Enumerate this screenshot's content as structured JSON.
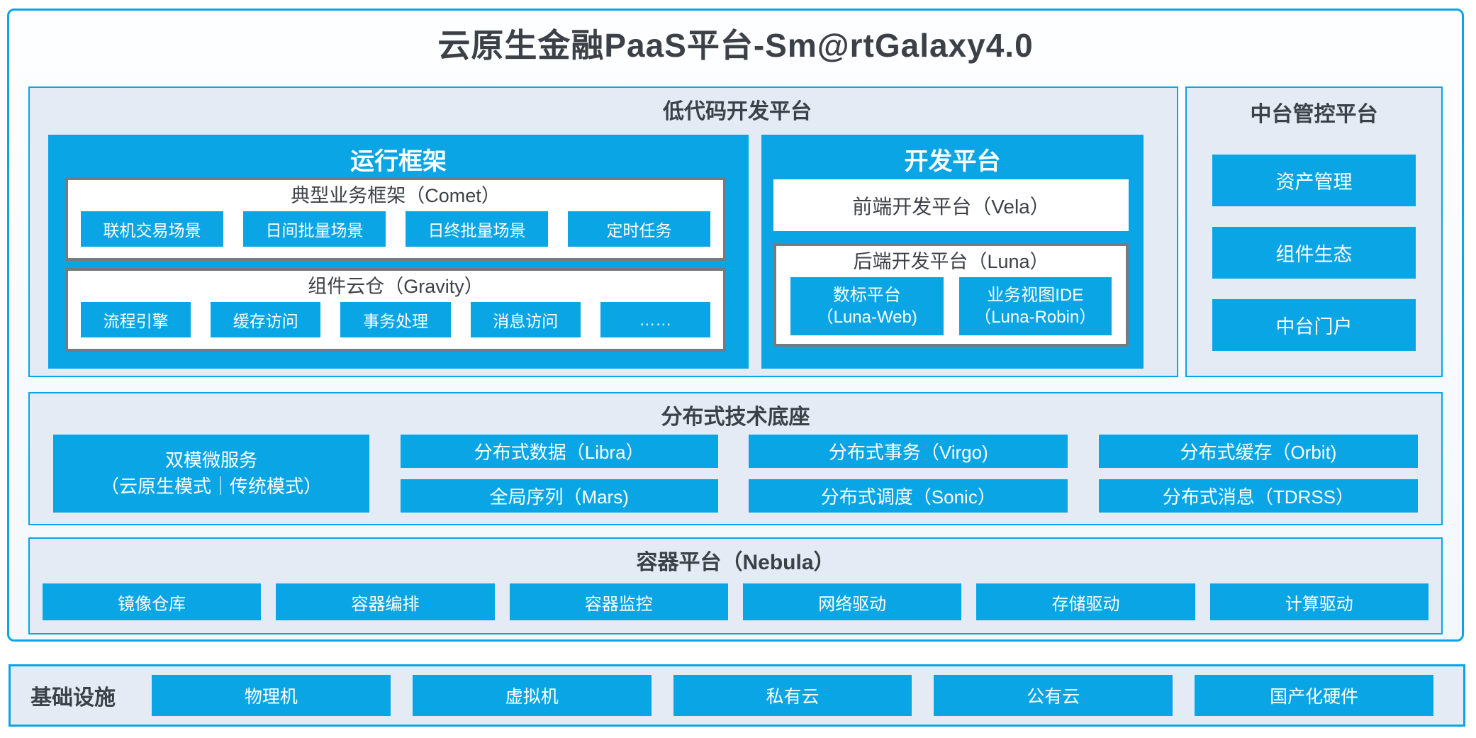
{
  "colors": {
    "accent_blue": "#0AA5E5",
    "panel_bg": "#E4EBF5",
    "dark_text": "#3C4147",
    "gray_border": "#767B81"
  },
  "title": "云原生金融PaaS平台-Sm@rtGalaxy4.0",
  "lowcode": {
    "header": "低代码开发平台",
    "runtime": {
      "header": "运行框架",
      "comet": {
        "title": "典型业务框架（Comet）",
        "chips": [
          "联机交易场景",
          "日间批量场景",
          "日终批量场景",
          "定时任务"
        ]
      },
      "gravity": {
        "title": "组件云仓（Gravity）",
        "chips": [
          "流程引擎",
          "缓存访问",
          "事务处理",
          "消息访问",
          "……"
        ]
      }
    },
    "dev": {
      "header": "开发平台",
      "vela": "前端开发平台（Vela）",
      "luna": {
        "title": "后端开发平台（Luna）",
        "chips": [
          {
            "line1": "数标平台",
            "line2": "（Luna-Web)"
          },
          {
            "line1": "业务视图IDE",
            "line2": "（Luna-Robin）"
          }
        ]
      }
    }
  },
  "midplatform": {
    "header": "中台管控平台",
    "items": [
      "资产管理",
      "组件生态",
      "中台门户"
    ]
  },
  "distributed": {
    "header": "分布式技术底座",
    "dual_service": {
      "line1": "双模微服务",
      "line2": "（云原生模式｜传统模式）"
    },
    "items": [
      "分布式数据（Libra）",
      "全局序列（Mars)",
      "分布式事务（Virgo)",
      "分布式调度（Sonic）",
      "分布式缓存（Orbit)",
      "分布式消息（TDRSS）"
    ]
  },
  "container_platform": {
    "header": "容器平台（Nebula）",
    "items": [
      "镜像仓库",
      "容器编排",
      "容器监控",
      "网络驱动",
      "存储驱动",
      "计算驱动"
    ]
  },
  "infrastructure": {
    "label": "基础设施",
    "items": [
      "物理机",
      "虚拟机",
      "私有云",
      "公有云",
      "国产化硬件"
    ]
  }
}
